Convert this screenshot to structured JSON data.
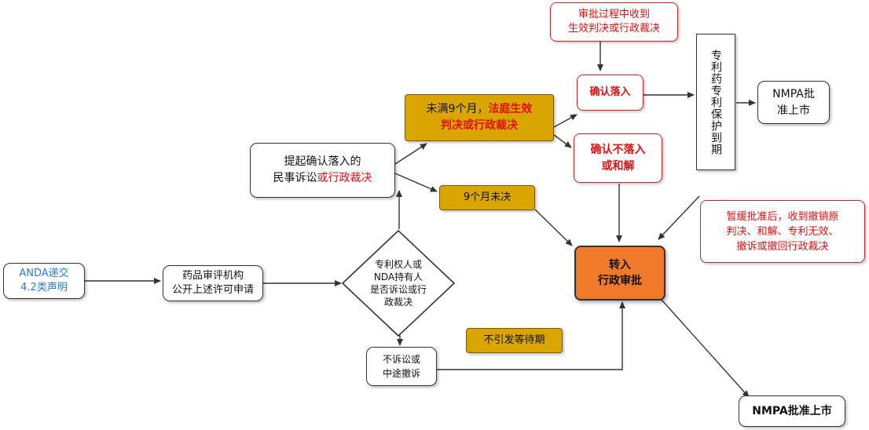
{
  "nodes": {
    "anda": {
      "line1": "ANDA递交",
      "line2": "4.2类声明"
    },
    "agency_publish": {
      "line1": "药品审评机构",
      "line2": "公开上述许可申请"
    },
    "decision": {
      "line1": "专利权人或",
      "line2": "NDA持有人",
      "line3": "是否诉讼或行",
      "line4": "政裁决"
    },
    "no_litigation": {
      "line1": "不诉讼或",
      "line2": "中途撤诉"
    },
    "no_wait": {
      "text": "不引发等待期"
    },
    "civil_suit": {
      "line1": "提起确认落入的",
      "line2_black": "民事诉讼",
      "line2_red": "或行政裁决"
    },
    "nine_months_pending": {
      "text": "9个月未决"
    },
    "within_nine": {
      "line1_black": "未满9个月，",
      "line1_red": "法庭生效",
      "line2_red": "判决或行政裁决"
    },
    "confirm_in": {
      "text": "确认落入"
    },
    "confirm_not_in": {
      "line1": "确认不落入",
      "line2": "或和解"
    },
    "during_review": {
      "line1": "审批过程中收到",
      "line2": "生效判决或行政裁决"
    },
    "patent_expire": {
      "text": "专利药专利保护到期"
    },
    "nmpa_top": {
      "line1": "NMPA批",
      "line2": "准上市"
    },
    "admin_review": {
      "line1": "转入",
      "line2": "行政审批"
    },
    "suspend": {
      "line1": "暂缓批准后，收到撤销原",
      "line2": "判决、和解、专利无效、",
      "line3": "撤诉或撤回行政裁决"
    },
    "nmpa_bottom": {
      "text": "NMPA批准上市"
    }
  },
  "colors": {
    "gold": "#d9a500",
    "orange": "#f07a2a",
    "red_text": "#e01010",
    "blue_text": "#2a7bd6",
    "line": "#333333"
  }
}
